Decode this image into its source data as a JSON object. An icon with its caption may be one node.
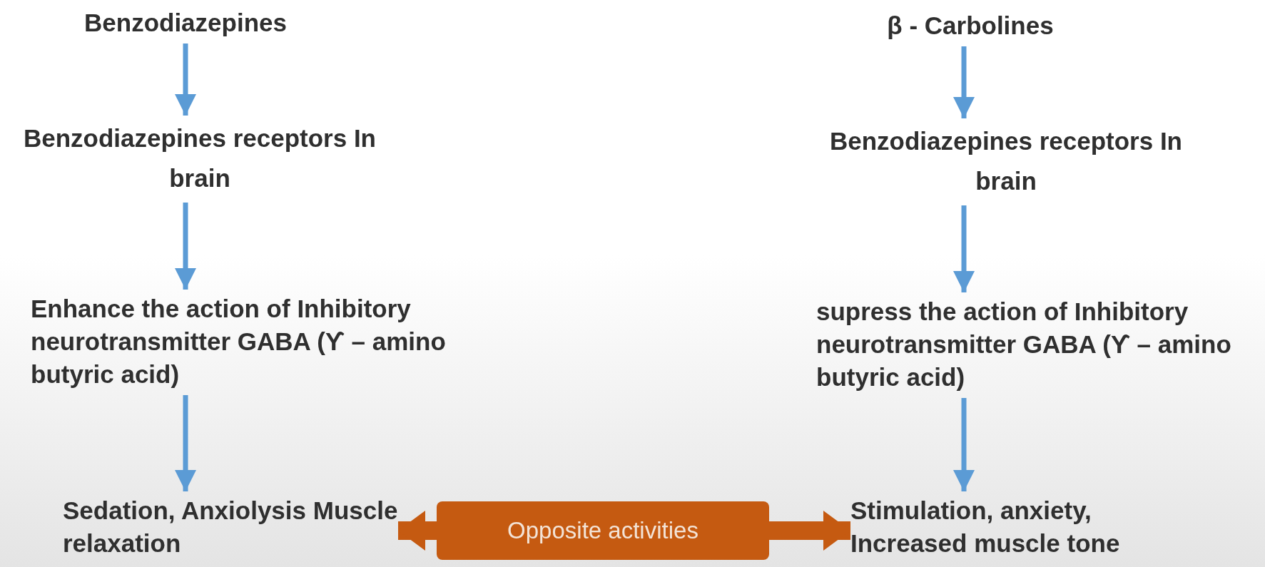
{
  "diagram": {
    "nodes": [
      {
        "text": [
          "Benzodiazepines"
        ]
      },
      {
        "text": [
          "Benzodiazepines receptors In brain"
        ]
      },
      {
        "text": [
          "Enhance the action of Inhibitory neurotransmitter GABA (ϒ – amino butyric acid)"
        ]
      },
      {
        "text": [
          "Sedation, Anxiolysis Muscle relaxation"
        ]
      },
      {
        "text": [
          "β - Carbolines"
        ]
      },
      {
        "text": [
          "Benzodiazepines receptors In brain"
        ]
      },
      {
        "text": [
          "supress the action of Inhibitory neurotransmitter GABA (ϒ – amino butyric acid)"
        ]
      },
      {
        "text": [
          "Stimulation, anxiety, Increased muscle tone"
        ]
      },
      {
        "text": [
          "Opposite activities"
        ]
      }
    ],
    "edges": [
      {
        "from": 0,
        "to": 1,
        "arrow": "to"
      },
      {
        "from": 1,
        "to": 2,
        "arrow": "to"
      },
      {
        "from": 2,
        "to": 3,
        "arrow": "to"
      },
      {
        "from": 4,
        "to": 5,
        "arrow": "to"
      },
      {
        "from": 5,
        "to": 6,
        "arrow": "to"
      },
      {
        "from": 6,
        "to": 7,
        "arrow": "to"
      },
      {
        "from": 8,
        "to": 3,
        "arrow": "to",
        "style": "thick",
        "color": "#c55a11"
      },
      {
        "from": 8,
        "to": 7,
        "arrow": "to",
        "style": "thick",
        "color": "#c55a11"
      }
    ]
  }
}
